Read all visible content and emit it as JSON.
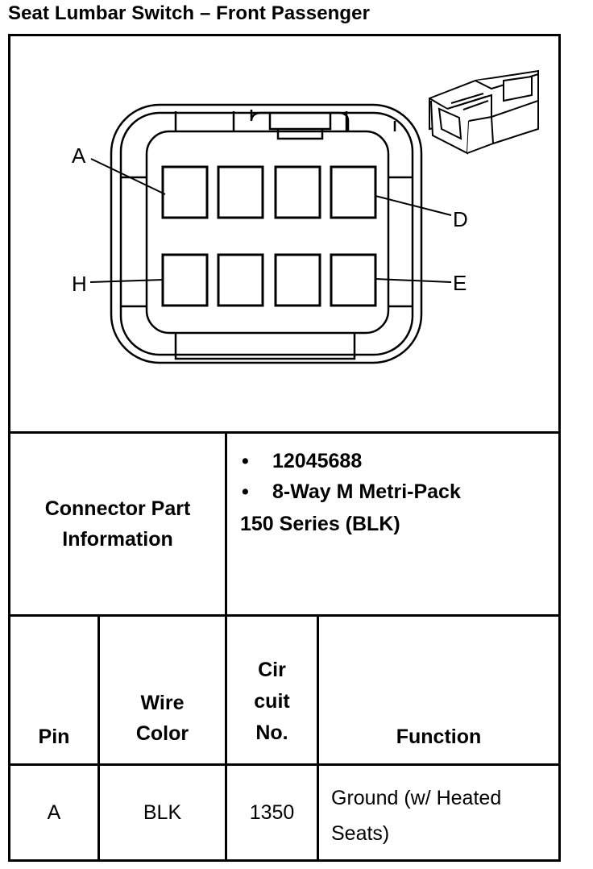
{
  "title": "Seat Lumbar Switch – Front Passenger",
  "diagram": {
    "pin_labels": {
      "a": "A",
      "d": "D",
      "h": "H",
      "e": "E"
    }
  },
  "connector_info": {
    "label_line1": "Connector Part",
    "label_line2": "Information",
    "bullet_glyph": "•",
    "part_number": "12045688",
    "description_line1": "8-Way M Metri-Pack",
    "description_line2": "150 Series (BLK)"
  },
  "table": {
    "headers": {
      "pin": "Pin",
      "wire_color_line1": "Wire",
      "wire_color_line2": "Color",
      "circuit_line1": "Cir",
      "circuit_line2": "cuit",
      "circuit_line3": "No.",
      "function": "Function"
    },
    "rows": [
      {
        "pin": "A",
        "wire_color": "BLK",
        "circuit": "1350",
        "function_line1": "Ground (w/ Heated",
        "function_line2": "Seats)"
      }
    ]
  }
}
